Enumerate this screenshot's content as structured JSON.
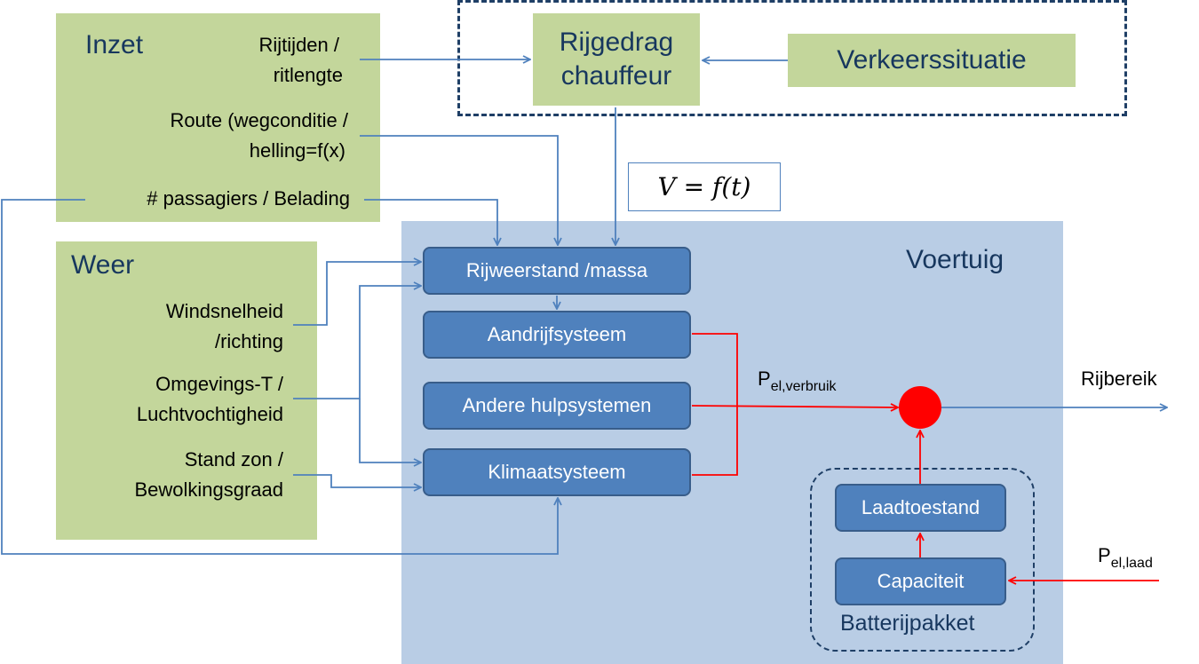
{
  "inzet": {
    "title": "Inzet",
    "rijtijden_1": "Rijtijden /",
    "rijtijden_2": "ritlengte",
    "route_1": "Route (wegconditie /",
    "route_2": "helling=f(x)",
    "passagiers": "# passagiers / Belading"
  },
  "weer": {
    "title": "Weer",
    "wind_1": "Windsnelheid",
    "wind_2": "/richting",
    "omgeving_1": "Omgevings-T /",
    "omgeving_2": "Luchtvochtigheid",
    "zon_1": "Stand zon /",
    "zon_2": "Bewolkingsgraad"
  },
  "driver": {
    "rijgedrag_1": "Rijgedrag",
    "rijgedrag_2": "chauffeur",
    "verkeer": "Verkeerssituatie",
    "formula": "V = f(t)"
  },
  "vehicle": {
    "title": "Voertuig",
    "rijweerstand": "Rijweerstand /massa",
    "aandrijf": "Aandrijfsysteem",
    "hulp": "Andere hulpsystemen",
    "klimaat": "Klimaatsysteem",
    "laadtoestand": "Laadtoestand",
    "capaciteit": "Capaciteit",
    "batterij": "Batterijpakket",
    "p_verbruik_main": "P",
    "p_verbruik_sub": "el,verbruik",
    "p_laad_main": "P",
    "p_laad_sub": "el,laad",
    "rijbereik": "Rijbereik"
  },
  "colors": {
    "green_box": "#c3d69b",
    "vehicle_bg": "#b9cde5",
    "block_fill": "#4f81bd",
    "arrow_blue": "#4f81bd",
    "arrow_red": "#ff0000"
  }
}
